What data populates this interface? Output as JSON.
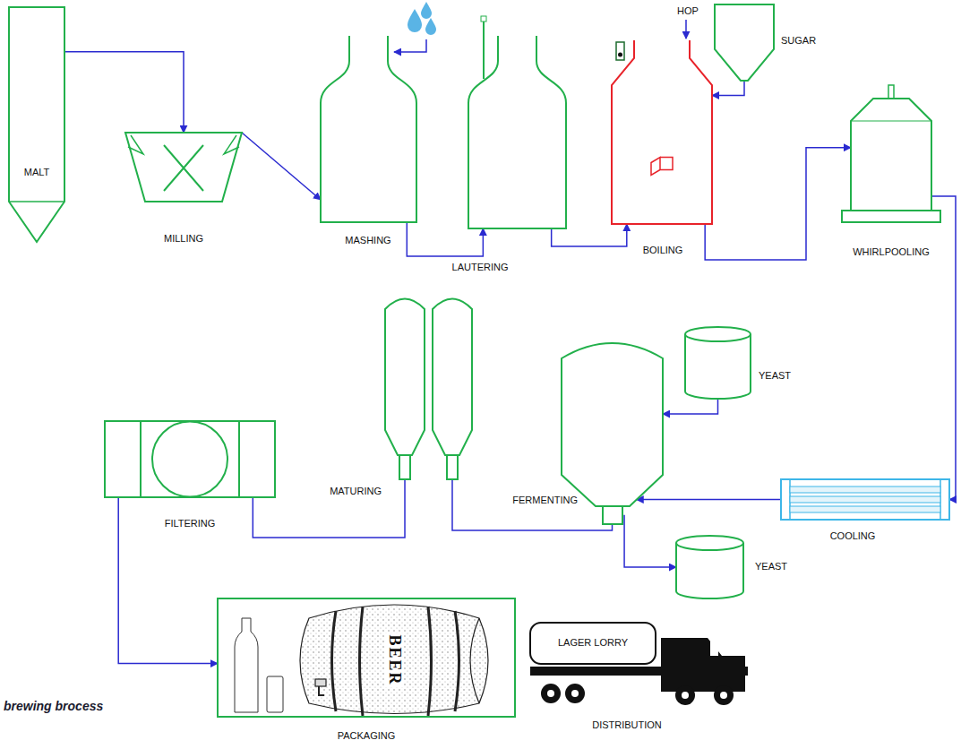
{
  "diagram": {
    "caption": "brewing brocess",
    "nodes": [
      {
        "text": [
          "MALT"
        ]
      },
      {
        "text": [
          "MILLING"
        ]
      },
      {
        "text": [
          "MASHING"
        ]
      },
      {
        "text": [
          "LAUTERING"
        ]
      },
      {
        "text": [
          "BOILING"
        ]
      },
      {
        "text": [
          "SUGAR"
        ]
      },
      {
        "text": [
          "WHIRLPOOLING"
        ]
      },
      {
        "text": [
          "COOLING"
        ]
      },
      {
        "text": [
          "YEAST"
        ]
      },
      {
        "text": [
          "FERMENTING"
        ]
      },
      {
        "text": [
          "YEAST"
        ]
      },
      {
        "text": [
          "MATURING"
        ]
      },
      {
        "text": [
          "FILTERING"
        ]
      },
      {
        "text": [
          "PACKAGING"
        ]
      },
      {
        "text": [
          "LAGER LORRY",
          "DISTRIBUTION"
        ]
      }
    ],
    "edges": [
      {
        "from": 0,
        "to": 1,
        "arrow": "to"
      },
      {
        "from": 1,
        "to": 2,
        "arrow": "to"
      },
      {
        "from": 2,
        "to": 3,
        "arrow": "to"
      },
      {
        "from": 3,
        "to": 4,
        "arrow": "to"
      },
      {
        "from": 5,
        "to": 4,
        "arrow": "to"
      },
      {
        "from": 4,
        "to": 6,
        "arrow": "to"
      },
      {
        "from": 6,
        "to": 7,
        "arrow": "to"
      },
      {
        "from": 7,
        "to": 9,
        "arrow": "to"
      },
      {
        "from": 8,
        "to": 9,
        "arrow": "to"
      },
      {
        "from": 9,
        "to": 10,
        "arrow": "to"
      },
      {
        "from": 9,
        "to": 11,
        "arrow": "none"
      },
      {
        "from": 11,
        "to": 12,
        "arrow": "none"
      },
      {
        "from": 12,
        "to": 13,
        "arrow": "to"
      }
    ],
    "labels": [
      "HOP",
      "BEER"
    ]
  }
}
